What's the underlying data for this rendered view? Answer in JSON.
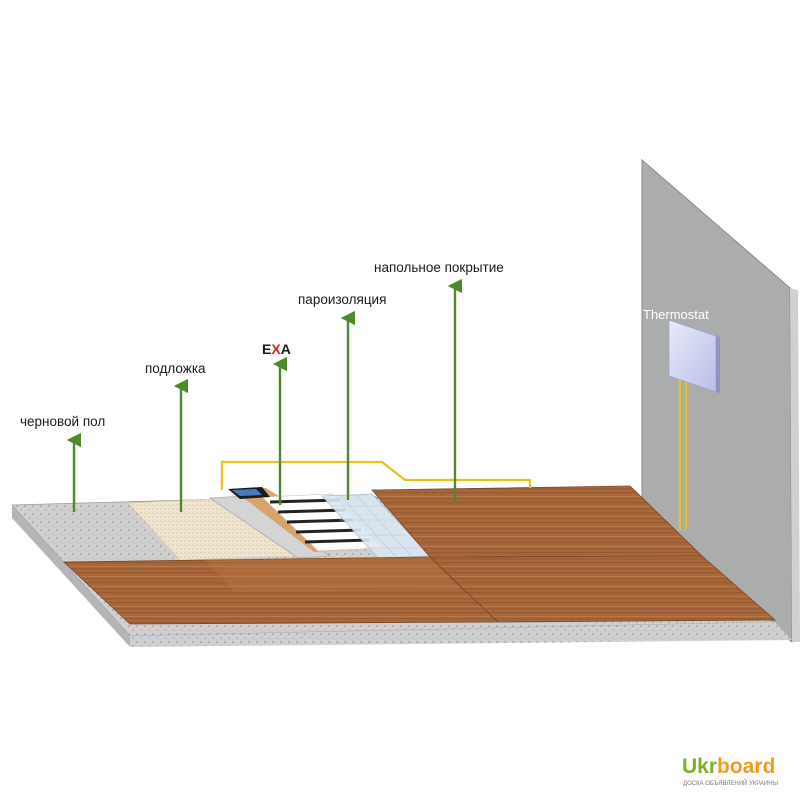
{
  "labels": {
    "rough_floor": "черновой пол",
    "underlay": "подложка",
    "exa_prefix": "E",
    "exa_x": "X",
    "exa_suffix": "A",
    "vapor_barrier": "пароизоляция",
    "floor_covering": "напольное покрытие",
    "thermostat": "Thermostat"
  },
  "watermark": {
    "part1": "Ukr",
    "part2": "board",
    "tagline": "ДОСКА ОБЪЯВЛЕНИЙ УКРАИНЫ"
  },
  "colors": {
    "wall": "#a9abab",
    "wall_side": "#cfd1d1",
    "wood": "#a8673a",
    "concrete": "#c9c9c9",
    "underlay": "#efe6d2",
    "arrow": "#4e8a2a",
    "wire": "#e6c21a",
    "exa_red": "#d8231c",
    "watermark_green": "#7bb31a",
    "watermark_orange": "#f39a1e"
  }
}
